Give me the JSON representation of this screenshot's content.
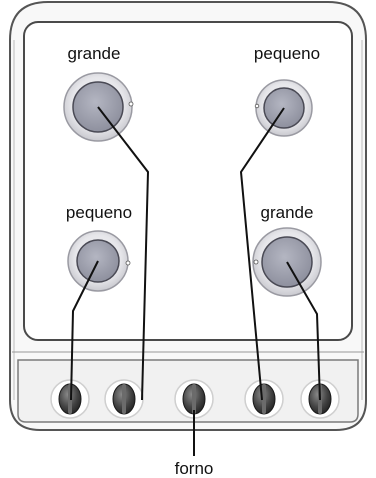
{
  "labels": {
    "top_left": "grande",
    "top_right": "pequeno",
    "bottom_left": "pequeno",
    "bottom_right": "grande",
    "oven": "forno"
  }
}
